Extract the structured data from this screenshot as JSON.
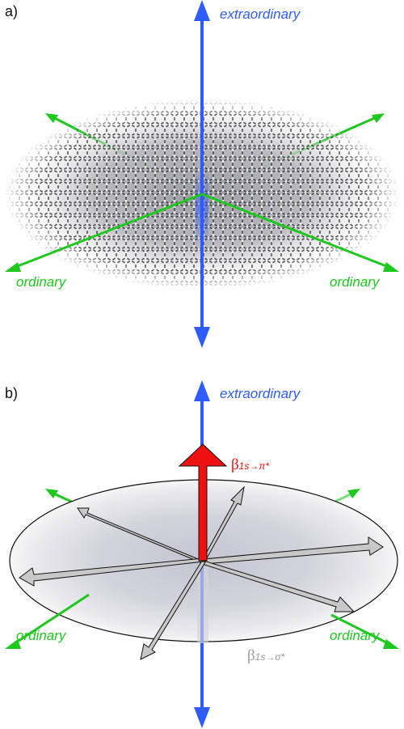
{
  "panel_a": {
    "label": "a)",
    "axis_vertical": "extraordinary",
    "axis_left": "ordinary",
    "axis_right": "ordinary"
  },
  "panel_b": {
    "label": "b)",
    "axis_vertical": "extraordinary",
    "axis_left": "ordinary",
    "axis_right": "ordinary",
    "beta_pi_symbol": "β",
    "beta_pi_subscript": "1s→π*",
    "beta_sigma_symbol": "β",
    "beta_sigma_subscript": "1s→σ*"
  },
  "colors": {
    "extraordinary": "#2f5cff",
    "ordinary": "#1ec81e",
    "pi_arrow": "#ee1111",
    "sigma_arrow": "#c8c8c8",
    "sigma_label": "#9a9a9a"
  }
}
